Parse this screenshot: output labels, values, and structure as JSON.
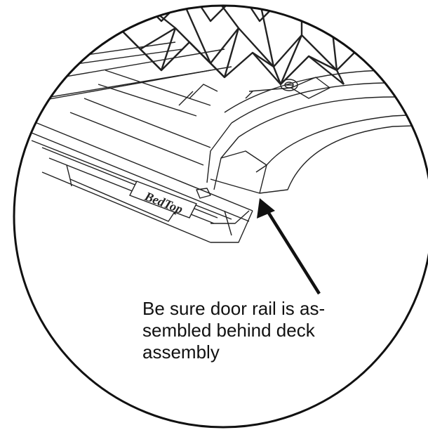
{
  "callout": {
    "lines": [
      "Be sure door rail is as-",
      "sembled behind deck",
      "assembly"
    ]
  },
  "logo": {
    "text": "BedTop"
  },
  "colors": {
    "ink": "#111111",
    "background": "#ffffff"
  }
}
